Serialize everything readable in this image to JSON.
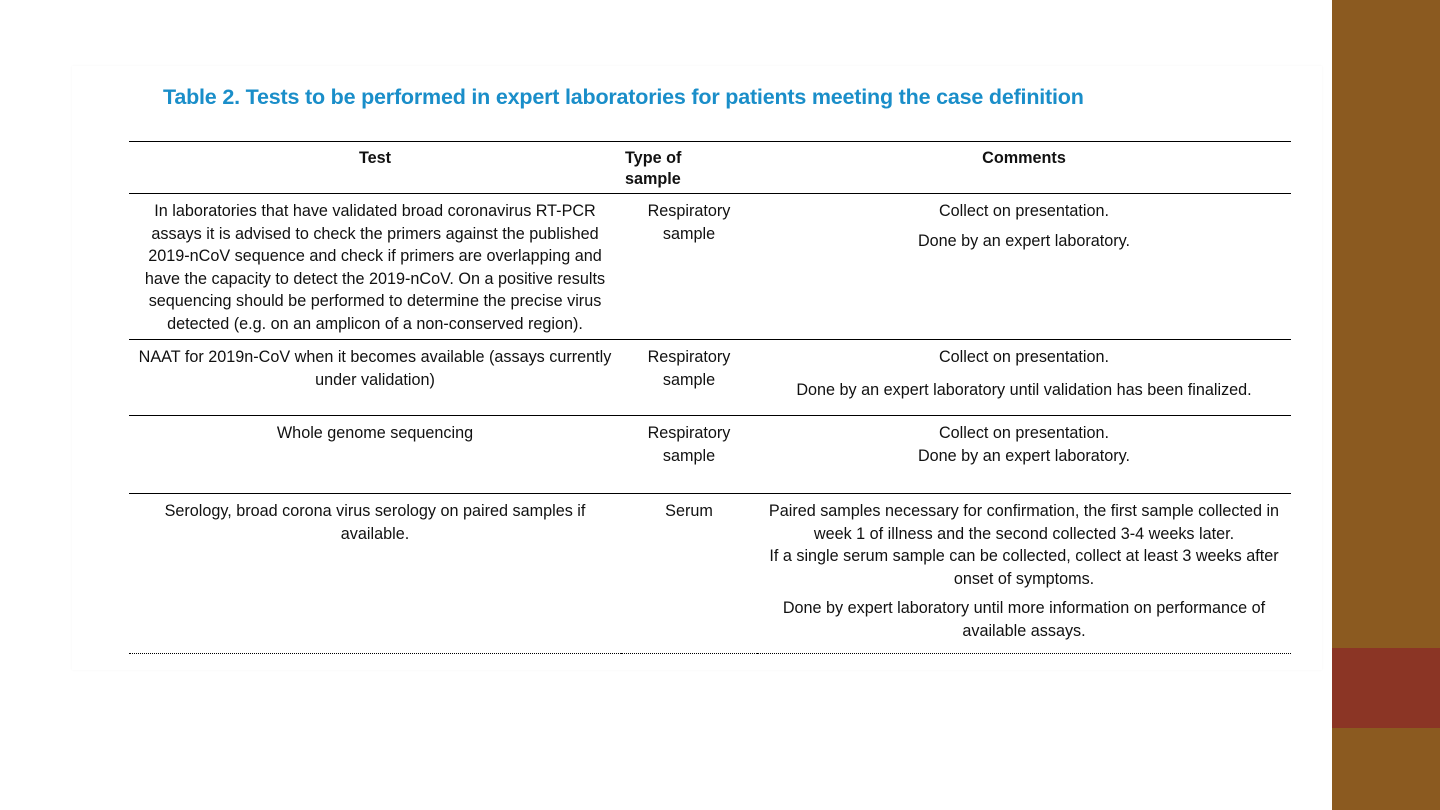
{
  "colors": {
    "title": "#1a8ec9",
    "sidebar": "#8b5a20",
    "sidebar_accent": "#8b3525"
  },
  "title": "Table 2. Tests to be performed in expert laboratories for patients meeting the case definition",
  "table": {
    "headers": {
      "test": "Test",
      "type_line1": "Type of",
      "type_line2": "sample",
      "comments": "Comments"
    },
    "rows": [
      {
        "test": "In laboratories that have validated broad coronavirus RT-PCR assays it is advised to check the primers against the published 2019-nCoV sequence and check if primers are overlapping and have the capacity to detect the 2019-nCoV. On a positive results sequencing should be performed to determine the precise virus detected (e.g. on an amplicon of a non-conserved region).",
        "type_line1": "Respiratory",
        "type_line2": "sample",
        "comments": [
          "Collect on presentation.",
          "Done by an expert laboratory."
        ]
      },
      {
        "test": "NAAT for 2019n-CoV when it becomes available (assays currently under validation)",
        "type_line1": "Respiratory",
        "type_line2": "sample",
        "comments": [
          "Collect on presentation.",
          "Done by an expert laboratory until validation has been finalized."
        ]
      },
      {
        "test": "Whole genome sequencing",
        "type_line1": "Respiratory",
        "type_line2": "sample",
        "comments": [
          "Collect on presentation.",
          "Done by an expert laboratory."
        ]
      },
      {
        "test": "Serology, broad corona virus serology on paired samples if available.",
        "type_line1": "Serum",
        "comments": [
          "Paired samples necessary for confirmation, the first sample collected in week 1 of illness and the second collected 3-4 weeks later.",
          "If a single serum sample can be collected, collect at least 3 weeks after onset of symptoms.",
          "Done by expert laboratory until more information on performance of available assays."
        ]
      }
    ]
  }
}
